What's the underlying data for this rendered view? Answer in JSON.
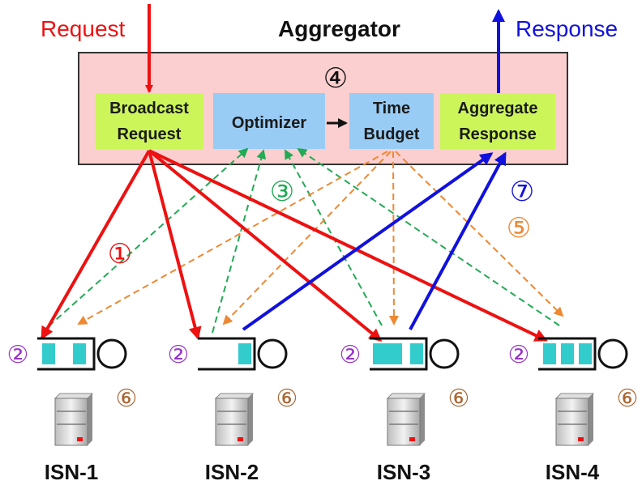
{
  "header": {
    "request_label": "Request",
    "aggregator_label": "Aggregator",
    "response_label": "Response"
  },
  "colors": {
    "request": "#ee1111",
    "response": "#1111dd",
    "feedback_green": "#22aa55",
    "budget_orange": "#ee8833",
    "aggregator_bg": "#fbcfcf",
    "green_box": "#ccf55a",
    "blue_box": "#99ccf5",
    "queue_fill": "#33cccc",
    "step_purple": "#9933cc",
    "step_brown": "#aa6633"
  },
  "modules": {
    "broadcast": [
      "Broadcast",
      "Request"
    ],
    "optimizer": [
      "Optimizer"
    ],
    "time_budget": [
      "Time",
      "Budget"
    ],
    "aggregate": [
      "Aggregate",
      "Response"
    ]
  },
  "steps": {
    "s1": "①",
    "s2": "②",
    "s3": "③",
    "s4": "④",
    "s5": "⑤",
    "s6": "⑥",
    "s7": "⑦"
  },
  "isns": [
    {
      "label": "ISN-1",
      "queue_items": 2
    },
    {
      "label": "ISN-2",
      "queue_items": 1
    },
    {
      "label": "ISN-3",
      "queue_items": 2
    },
    {
      "label": "ISN-4",
      "queue_items": 3
    }
  ]
}
